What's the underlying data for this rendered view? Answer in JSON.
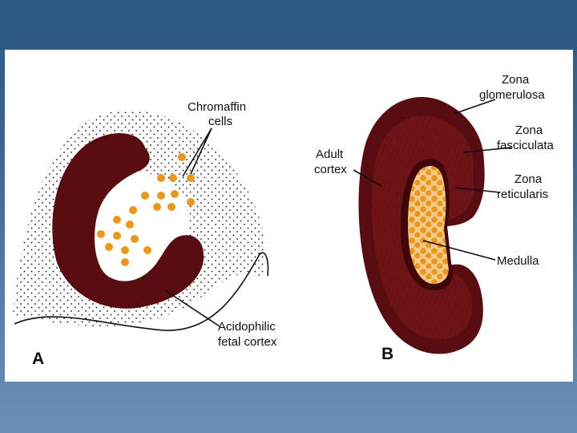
{
  "figure": {
    "panel_a": {
      "letter": "A",
      "labels": {
        "chromaffin_line1": "Chromaffin",
        "chromaffin_line2": "cells",
        "fetal_line1": "Acidophilic",
        "fetal_line2": "fetal cortex"
      }
    },
    "panel_b": {
      "letter": "B",
      "labels": {
        "glomerulosa_line1": "Zona",
        "glomerulosa_line2": "glomerulosa",
        "fasciculata_line1": "Zona",
        "fasciculata_line2": "fasciculata",
        "reticularis_line1": "Zona",
        "reticularis_line2": "reticularis",
        "adult_line1": "Adult",
        "adult_line2": "cortex",
        "medulla": "Medulla"
      }
    }
  },
  "colors": {
    "cortex": "#5a0d10",
    "cortex_mid": "#6e1416",
    "cells": "#e8981e",
    "ink": "#111111",
    "slide_bg": "#2d5784"
  }
}
